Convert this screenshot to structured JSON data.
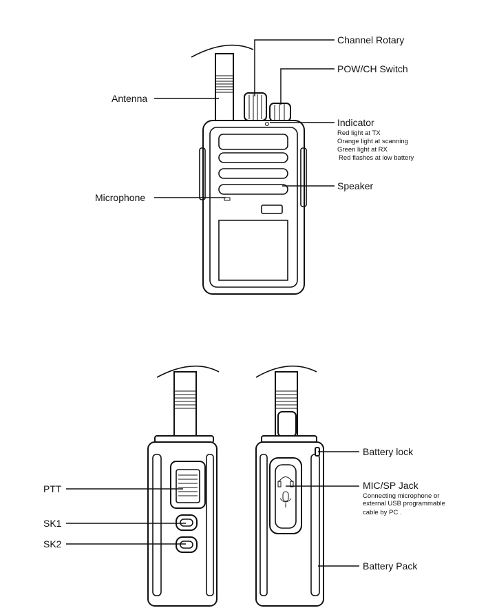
{
  "labels": {
    "channel_rotary": "Channel Rotary",
    "pow_ch_switch": "POW/CH Switch",
    "antenna": "Antenna",
    "indicator": "Indicator",
    "indicator_notes": [
      "Red light at TX",
      "Orange light at scanning",
      "Green light at RX",
      "Red flashes at low battery"
    ],
    "speaker": "Speaker",
    "microphone": "Microphone",
    "ptt": "PTT",
    "sk1": "SK1",
    "sk2": "SK2",
    "battery_lock": "Battery lock",
    "mic_sp_jack": "MIC/SP Jack",
    "mic_sp_notes": [
      "Connecting microphone or",
      "external USB programmable",
      "cable by PC ."
    ],
    "battery_pack": "Battery Pack"
  }
}
